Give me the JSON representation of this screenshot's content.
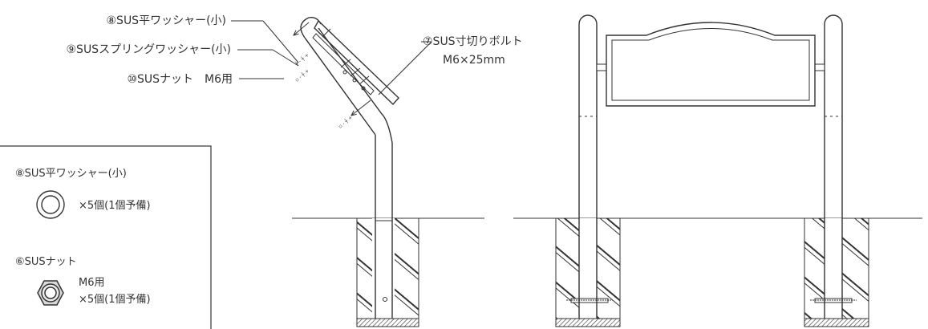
{
  "callouts": {
    "washer_flat": "⑧SUS平ワッシャー(小)",
    "washer_spring": "⑨SUSスプリングワッシャー(小)",
    "nut": "⑩SUSナット　M6用",
    "bolt_line1": "⑦SUS寸切りボルト",
    "bolt_line2": "M6×25mm"
  },
  "parts_box": {
    "item1_title": "⑧SUS平ワッシャー(小)",
    "item1_qty": "×5個(1個予備)",
    "item2_title": "⑥SUSナット",
    "item2_size": "M6用",
    "item2_qty": "×5個(1個予備)"
  },
  "colors": {
    "line": "#333333",
    "background": "#ffffff"
  }
}
